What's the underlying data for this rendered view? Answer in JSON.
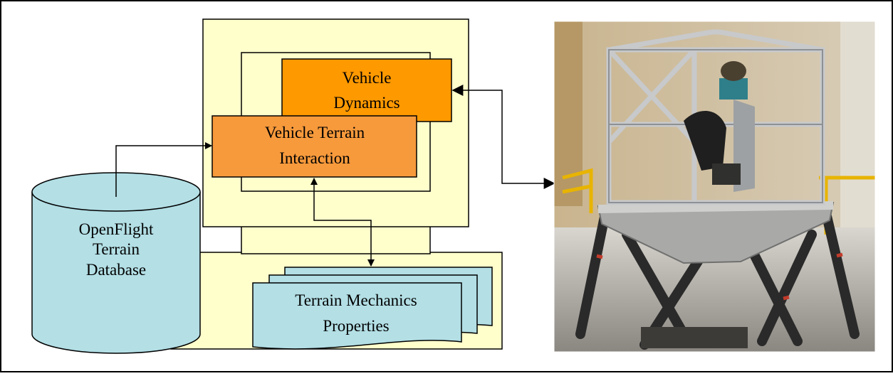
{
  "diagram": {
    "nodes": {
      "vehicle_dynamics": {
        "lines": [
          "Vehicle",
          "Dynamics"
        ]
      },
      "vehicle_terrain_interaction": {
        "lines": [
          "Vehicle Terrain",
          "Interaction"
        ]
      },
      "terrain_database": {
        "lines": [
          "OpenFlight",
          "Terrain",
          "Database"
        ]
      },
      "terrain_mechanics": {
        "lines": [
          "Terrain Mechanics",
          "Properties"
        ]
      }
    },
    "photo": {
      "subject": "motion-base-simulator-photo"
    }
  },
  "colors": {
    "panel_fill": "#ffffcc",
    "orange_dark": "#ff9900",
    "orange_light": "#f79a3c",
    "teal_fill": "#b3dfe5",
    "frame_border": "#000000"
  }
}
